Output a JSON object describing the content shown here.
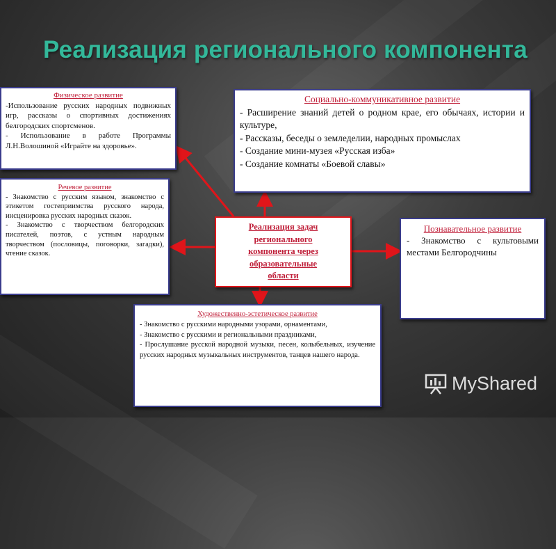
{
  "title": "Реализация регионального компонента",
  "center": {
    "lines": [
      "Реализация задач",
      "регионального",
      "компонента через",
      "образовательные",
      "области"
    ]
  },
  "physical": {
    "heading": "Физическое развитие",
    "lines": [
      "-Использование русских народных подвижных игр, рассказы о спортивных достижениях белгородских спортсменов.",
      "- Использование в работе Программы Л.Н.Волошиной «Играйте на здоровье»."
    ]
  },
  "speech": {
    "heading": "Речевое развитие",
    "lines": [
      "- Знакомство с русским языком, знакомство с этикетом гостеприимства русского народа, инсценировка русских народных сказок.",
      "- Знакомство с творчеством белгородских писателей, поэтов, с устным народным творчеством (пословицы, поговорки, загадки), чтение сказок."
    ]
  },
  "social": {
    "heading": "Социально-коммуникативное развитие",
    "lines": [
      "- Расширение знаний детей о родном крае, его обычаях, истории и культуре,",
      "- Рассказы, беседы о земледелии, народных промыслах",
      "- Создание мини-музея «Русская изба»",
      "- Создание комнаты «Боевой славы»"
    ]
  },
  "cognitive": {
    "heading": "Познавательное развитие",
    "lines": [
      "- Знакомство с культовыми местами Белгородчины"
    ]
  },
  "artistic": {
    "heading": "Художественно-эстетическое развитие",
    "lines": [
      "- Знакомство с русскими народными узорами, орнаментами,",
      "- Знакомство с русскими и региональными праздниками,",
      "- Прослушание русской народной музыки, песен, колыбельных, изучение русских народных музыкальных инструментов, танцев нашего народа."
    ]
  },
  "watermark": "MyShared",
  "colors": {
    "title": "#33b89a",
    "heading": "#c0203a",
    "arrow": "#e0151a",
    "border": "#3a3c8c"
  }
}
